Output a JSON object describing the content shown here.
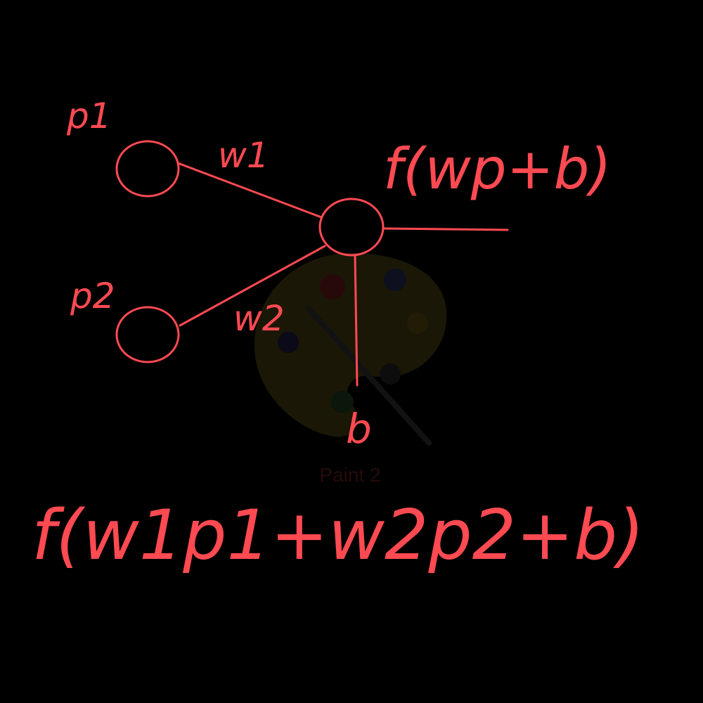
{
  "colors": {
    "background": "#000000",
    "ink": "#ff4a52",
    "watermark_text": "#2a0d0d"
  },
  "labels": {
    "input_1": "p1",
    "input_2": "p2",
    "weight_1": "w1",
    "weight_2": "w2",
    "bias": "b",
    "neuron_output": "f(wp+b)",
    "equation": "f(w1p1+w2p2+b)"
  },
  "watermark": {
    "icon": "paint-palette-icon",
    "text": "Paint 2"
  }
}
